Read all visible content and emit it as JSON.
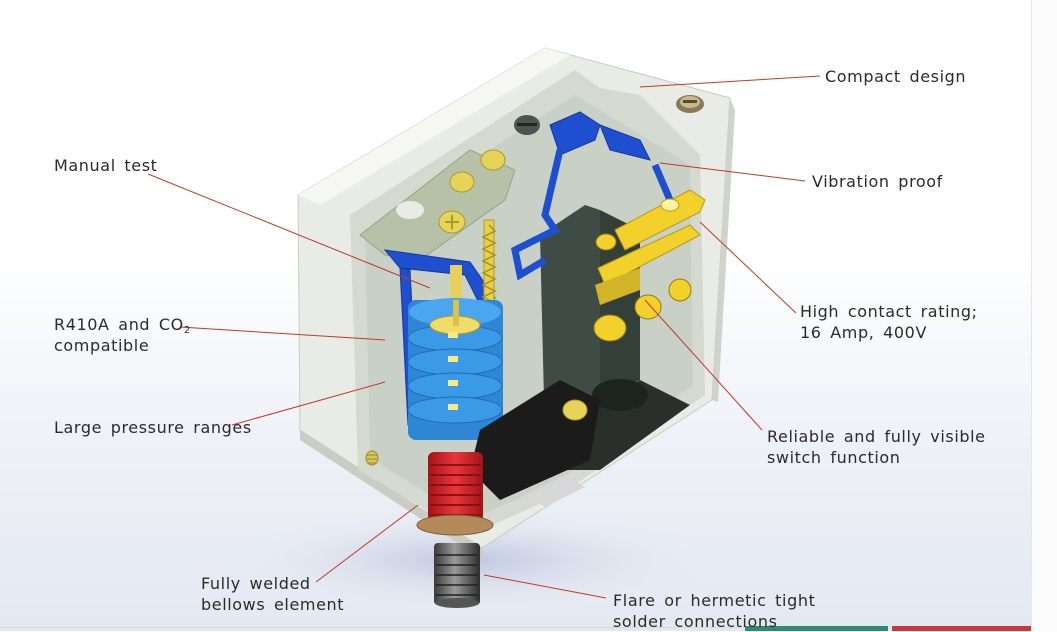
{
  "labels": {
    "compact_design": "Compact design",
    "vibration_proof": "Vibration proof",
    "manual_test": "Manual test",
    "high_contact_line1": "High contact rating;",
    "high_contact_line2": "16 Amp, 400V",
    "r410a_prefix": "R410A and CO",
    "r410a_sub": "2",
    "r410a_line2": "compatible",
    "large_pressure": "Large pressure ranges",
    "reliable_line1": "Reliable and fully visible",
    "reliable_line2": "switch function",
    "fully_welded_line1": "Fully welded",
    "fully_welded_line2": "bellows element",
    "flare_line1": "Flare or hermetic tight",
    "flare_line2": "solder connections"
  },
  "colors": {
    "leader_line": "#c0392b",
    "housing": "#e9ece6",
    "blue_parts": "#1f4fd1",
    "bellows_blue": "#3a9ae8",
    "yellow_parts": "#f2d22a",
    "red_bellows": "#d8242a",
    "dark_green": "#3f4b45",
    "accent_green": "#2c8c6e",
    "accent_red": "#c9383d"
  }
}
